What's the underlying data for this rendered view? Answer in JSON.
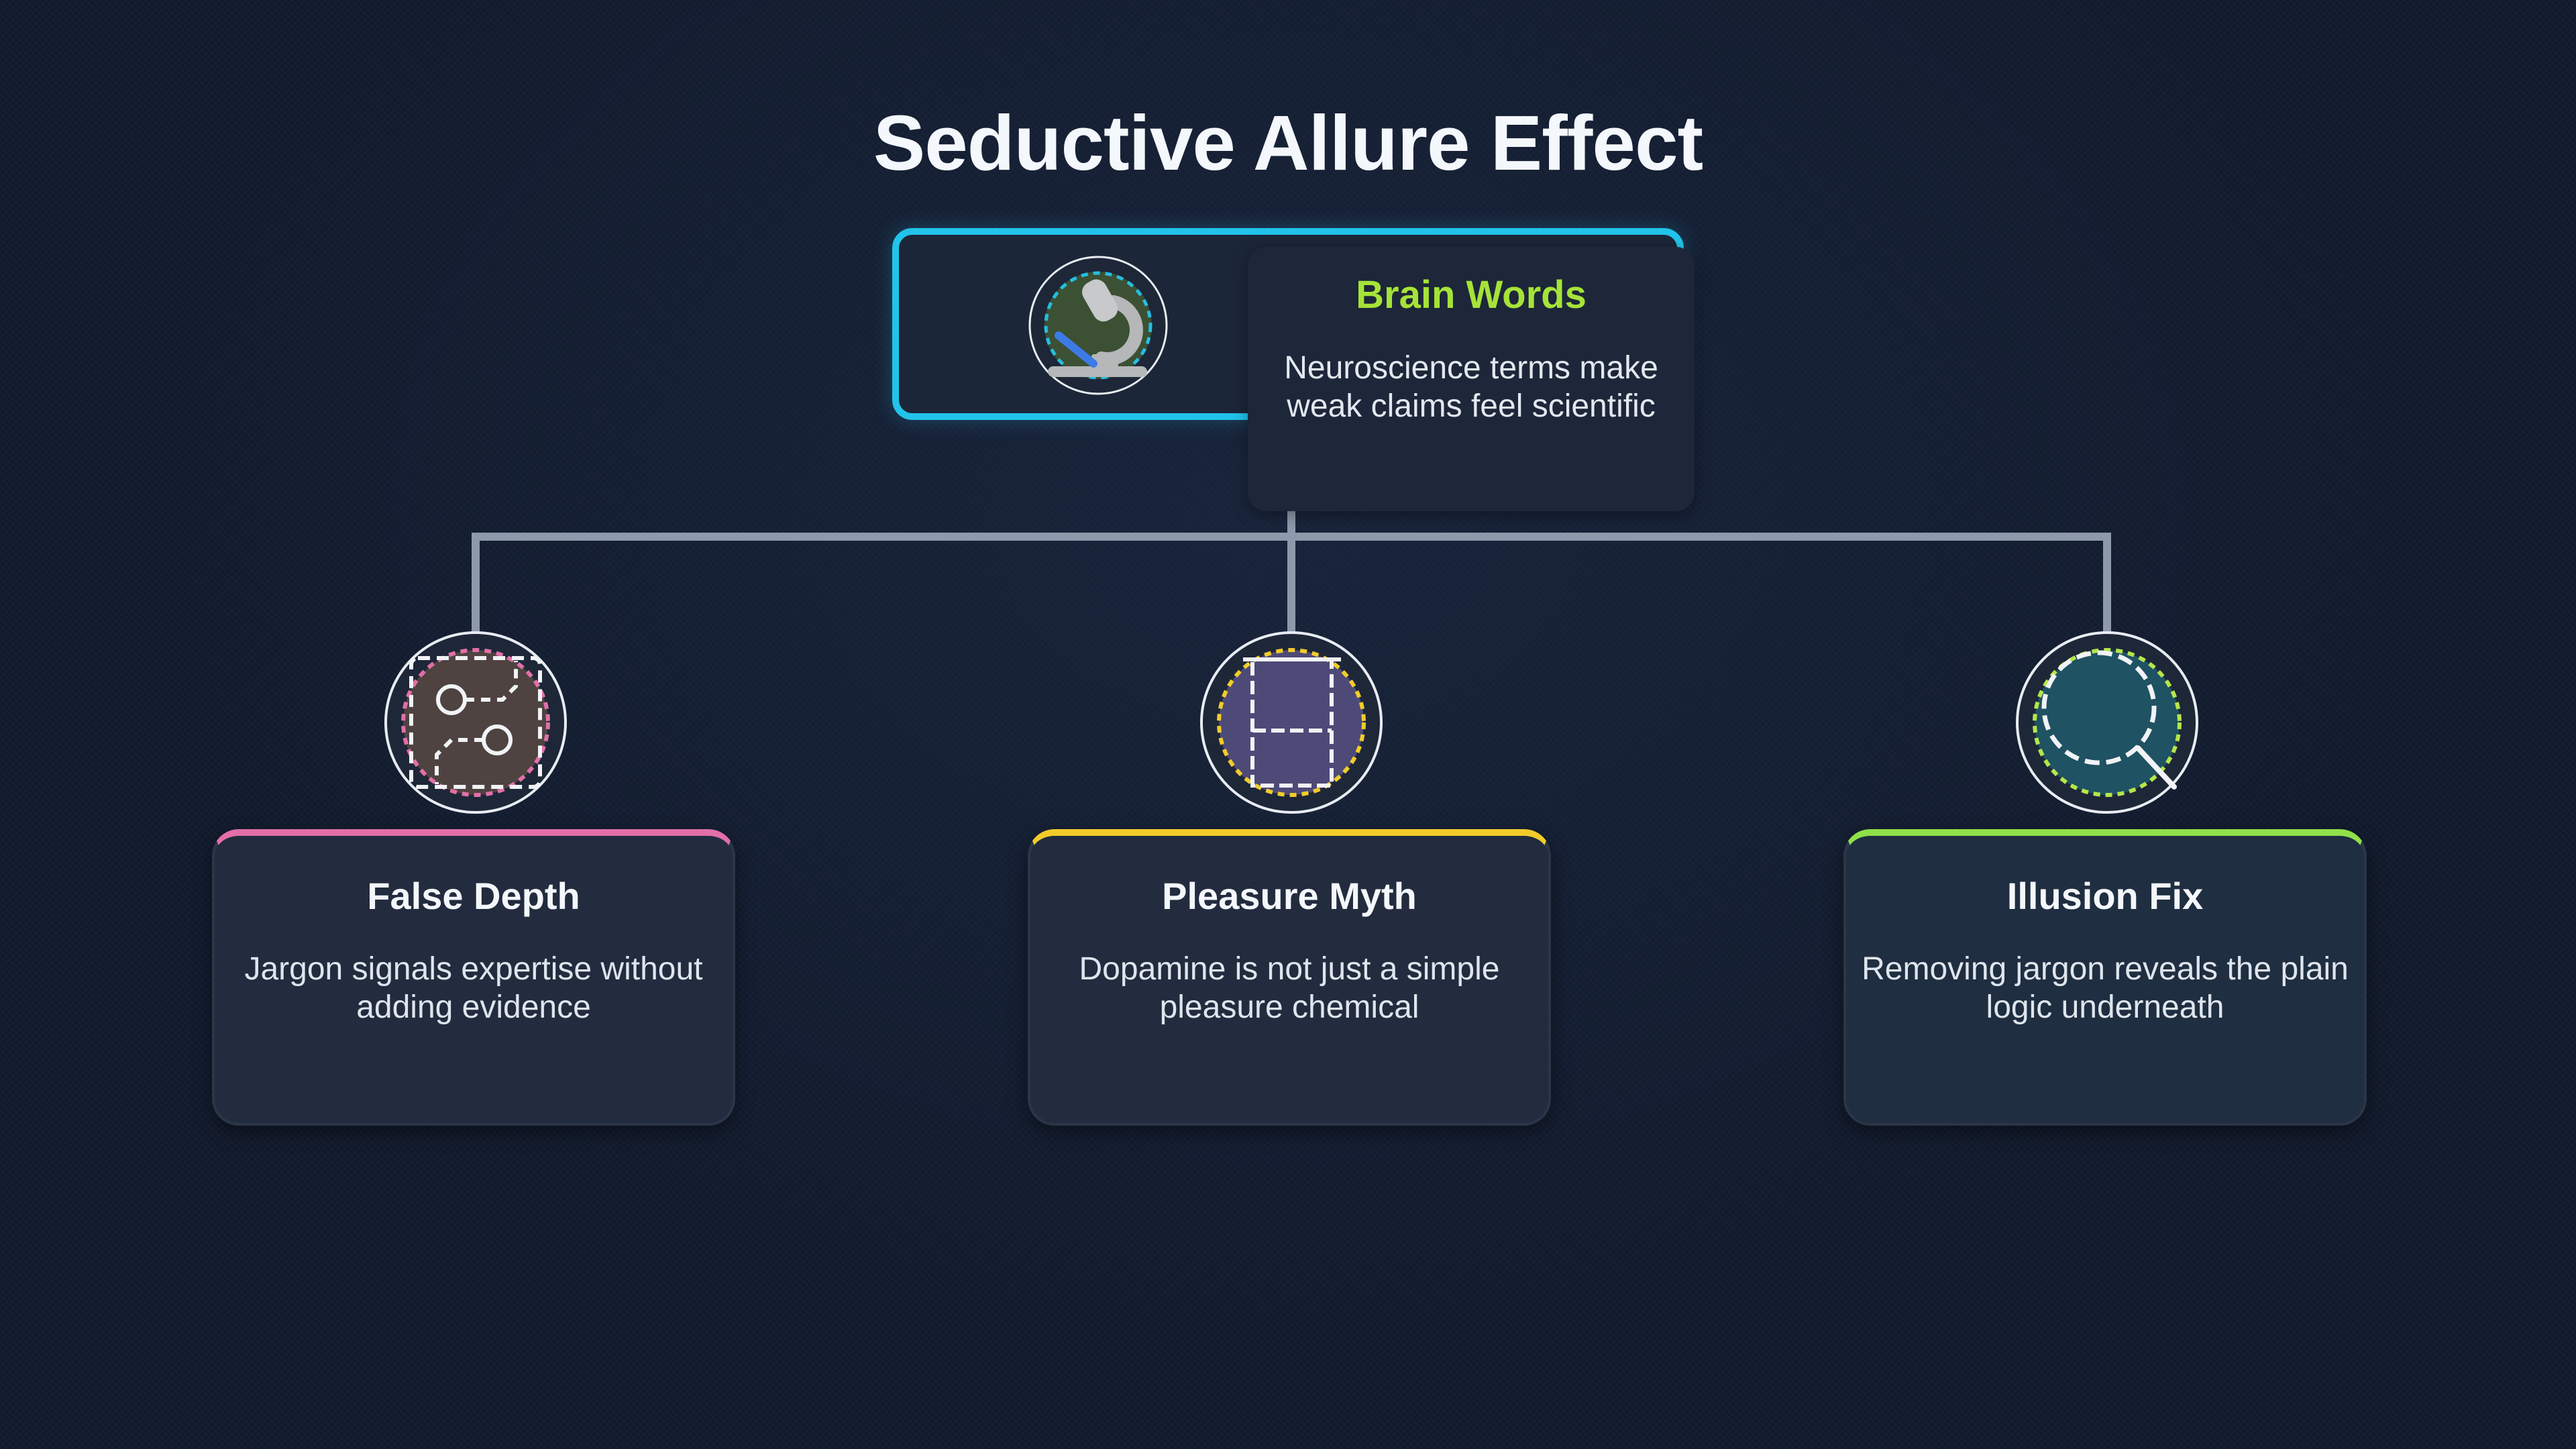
{
  "title": "Seductive Allure Effect",
  "root": {
    "title": "Brain Words",
    "description": "Neuroscience terms make weak claims feel scientific",
    "icon": "microscope-icon",
    "accent_color": "#22c3ea",
    "title_color": "#a6e338"
  },
  "children": [
    {
      "title": "False Depth",
      "description": "Jargon signals expertise without adding evidence",
      "icon": "circuit-board-icon",
      "accent_color": "#e26fa8"
    },
    {
      "title": "Pleasure Myth",
      "description": "Dopamine is not just a simple pleasure chemical",
      "icon": "beaker-icon",
      "accent_color": "#f2cc2a"
    },
    {
      "title": "Illusion Fix",
      "description": "Removing jargon reveals the plain logic underneath",
      "icon": "magnifier-icon",
      "accent_color": "#8fe04a"
    }
  ]
}
